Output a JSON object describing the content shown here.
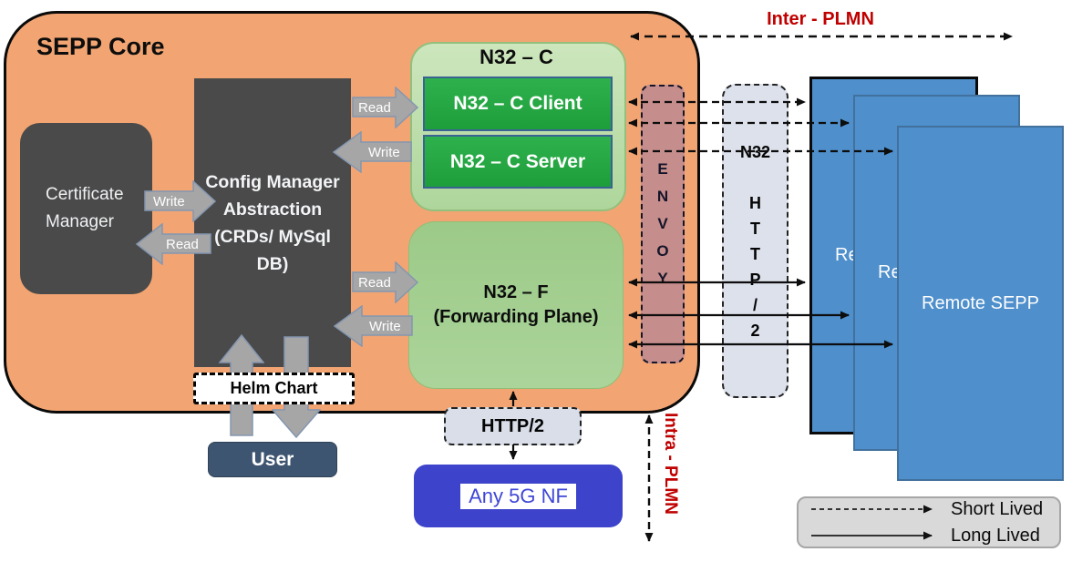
{
  "diagram": {
    "title": "SEPP Core",
    "certificate_manager": "Certificate\nManager",
    "config_manager": "Config Manager Abstraction (CRDs/ MySql DB)",
    "n32c": {
      "title": "N32 – C",
      "client": "N32 – C Client",
      "server": "N32 – C Server"
    },
    "n32f": {
      "line1": "N32 – F",
      "line2": "(Forwarding Plane)"
    },
    "envoy": "E\nN\nV\nO\nY",
    "n32_http2_pillar": "N32\n\nH\nT\nT\nP\n/\n2",
    "helm_chart": "Helm Chart",
    "user": "User",
    "http2": "HTTP/2",
    "any_5g_nf": "Any 5G NF",
    "remote_sepp": "Remote SEPP",
    "labels": {
      "read": "Read",
      "write": "Write",
      "inter_plmn": "Inter - PLMN",
      "intra_plmn": "Intra - PLMN"
    },
    "legend": {
      "short_lived": "Short Lived",
      "long_lived": "Long Lived"
    },
    "colors": {
      "container_orange": "#F2A573",
      "dark_gray_box": "#4A4A4A",
      "light_green_container": "#B9DCA6",
      "bright_green_box": "#25A846",
      "n32f_green": "#A6D194",
      "envoy_rose": "#C58D8B",
      "pillar_gray_blue": "#DCE1EB",
      "remote_sepp_blue": "#4E8FCC",
      "any5g_indigo": "#3D44CB",
      "user_slate": "#3E5571",
      "annotation_red": "#C00000",
      "arrow_gray": "#A6A6A6",
      "legend_gray": "#D9D9D9"
    }
  }
}
